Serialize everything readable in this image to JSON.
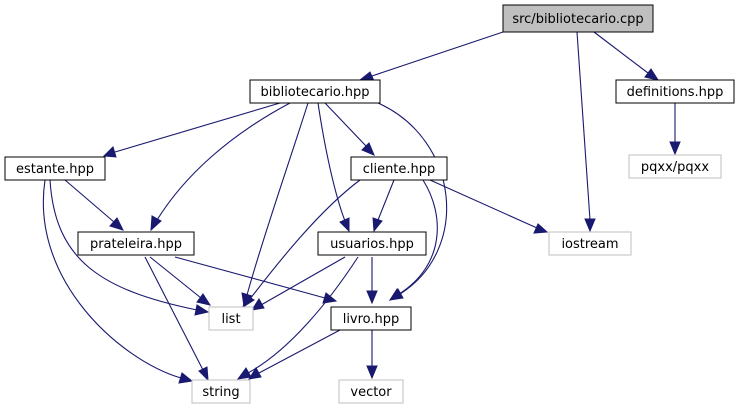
{
  "graph": {
    "nodes": {
      "root": "src/bibliotecario.cpp",
      "bibliotecario": "bibliotecario.hpp",
      "definitions": "definitions.hpp",
      "pqxx": "pqxx/pqxx",
      "estante": "estante.hpp",
      "cliente": "cliente.hpp",
      "prateleira": "prateleira.hpp",
      "usuarios": "usuarios.hpp",
      "iostream": "iostream",
      "list": "list",
      "livro": "livro.hpp",
      "string": "string",
      "vector": "vector"
    }
  }
}
